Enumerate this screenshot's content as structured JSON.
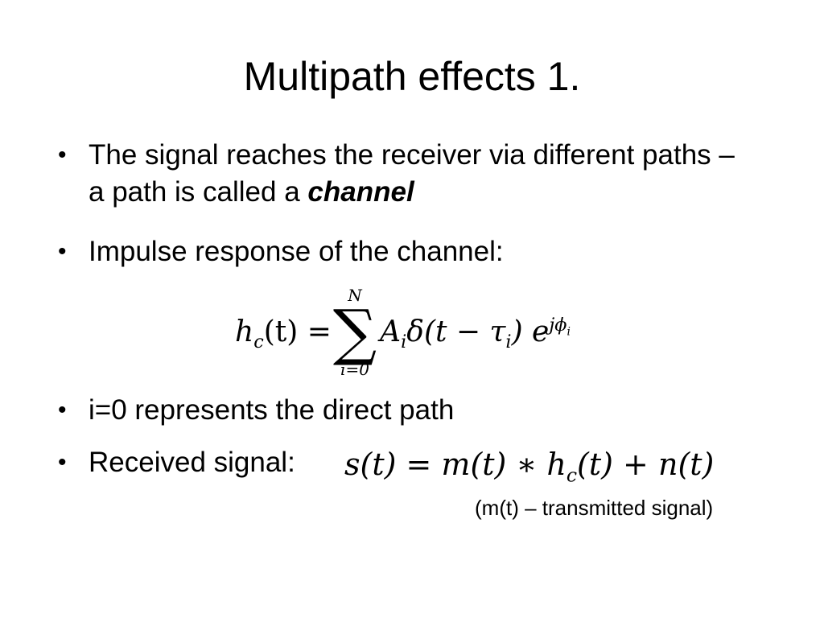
{
  "slide": {
    "title": "Multipath effects 1.",
    "bullets": [
      {
        "text": "The signal reaches the receiver via different paths – a path is called a ",
        "emphasis": "channel"
      },
      {
        "text": "Impulse response of the channel:"
      },
      {
        "text": "i=0 represents the direct path"
      },
      {
        "text": "Received signal:"
      }
    ],
    "bullet_symbol": "•",
    "impulse_equation": {
      "lhs": "h",
      "lhs_sub": "c",
      "lhs_arg": "(t) =",
      "sum_upper": "N",
      "sum_symbol": "∑",
      "sum_lower": "i=0",
      "term_a": "A",
      "term_a_sub": "i",
      "term_delta": "δ(t − τ",
      "term_tau_sub": "i",
      "term_close": ") e",
      "exp": "jϕ",
      "exp_sub": "i"
    },
    "received_equation": {
      "part1": "s(t) = m(t) ∗ h",
      "h_sub": "c",
      "part2": "(t) + n(t)"
    },
    "note": "(m(t) – transmitted signal)"
  }
}
